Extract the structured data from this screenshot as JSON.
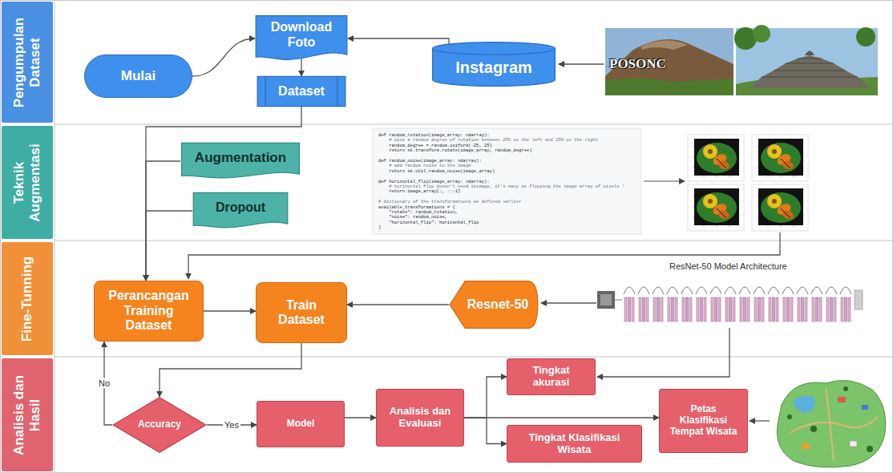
{
  "diagram": {
    "nodes": [
      {
        "text": [
          "Pengumpulan Dataset"
        ]
      },
      {
        "text": [
          "Mulai"
        ],
        "in": 0
      },
      {
        "text": [
          "Download Foto"
        ],
        "in": 0
      },
      {
        "text": [
          "Dataset"
        ],
        "in": 0
      },
      {
        "text": [
          "Instagram"
        ],
        "in": 0
      },
      {
        "text": [
          "Teknik Augmentasi"
        ]
      },
      {
        "text": [
          "Augmentation"
        ],
        "in": 5
      },
      {
        "text": [
          "Dropout"
        ],
        "in": 5
      },
      {
        "text": [
          "Fine-Tunning"
        ]
      },
      {
        "text": [
          "Perancangan Training Dataset"
        ],
        "in": 8
      },
      {
        "text": [
          "Train Dataset"
        ],
        "in": 8
      },
      {
        "text": [
          "Resnet-50"
        ],
        "in": 8
      },
      {
        "text": [
          "Analisis dan Hasil"
        ]
      },
      {
        "text": [
          "Accuracy"
        ],
        "in": 12
      },
      {
        "text": [
          "Model"
        ],
        "in": 12
      },
      {
        "text": [
          "Analisis dan Evaluasi"
        ],
        "in": 12
      },
      {
        "text": [
          "Tingkat akurasi"
        ],
        "in": 12
      },
      {
        "text": [
          "Tingkat Klasifikasi Wisata"
        ],
        "in": 12
      },
      {
        "text": [
          "Petas Klasifikasi Tempat Wisata"
        ],
        "in": 12
      }
    ],
    "edges": [
      {
        "from": 1,
        "to": 2,
        "arrow": "to"
      },
      {
        "from": 4,
        "to": 2,
        "arrow": "to"
      },
      {
        "from": 2,
        "to": 3,
        "arrow": "to"
      },
      {
        "from": 3,
        "to": 9,
        "arrow": "to"
      },
      {
        "from": 6,
        "to": 9,
        "arrow": "to"
      },
      {
        "from": 7,
        "to": 9,
        "arrow": "to"
      },
      {
        "from": 9,
        "to": 10,
        "arrow": "to"
      },
      {
        "from": 11,
        "to": 10,
        "arrow": "to"
      },
      {
        "from": 10,
        "to": 13,
        "arrow": "to"
      },
      {
        "from": 13,
        "to": 9,
        "label": "No",
        "arrow": "to"
      },
      {
        "from": 13,
        "to": 14,
        "label": "Yes",
        "arrow": "to"
      },
      {
        "from": 14,
        "to": 15,
        "arrow": "to"
      },
      {
        "from": 15,
        "to": 16,
        "arrow": "to"
      },
      {
        "from": 15,
        "to": 17,
        "arrow": "to"
      },
      {
        "from": 15,
        "to": 18,
        "arrow": "to"
      }
    ],
    "labels": [
      "POSONC",
      "def random_rotation(image_array: ndarray):",
      "    # pick a random degree of rotation between 25% on the left and 25% on the right",
      "    random_degree = random.uniform(-25, 25)",
      "    return sk.transform.rotate(image_array, random_degree)",
      "def random_noise(image_array: ndarray):",
      "    # add random noise to the image",
      "    return sk.util.random_noise(image_array)",
      "def horizontal_flip(image_array: ndarray):",
      "    # horizontal flip doesn't need skimage, it's easy as flipping the image array of pixels !",
      "    return image_array[:, ::-1]",
      "# dictionary of the transformations we defined earlier",
      "available_transformations = {",
      "    \"rotate\": random_rotation,",
      "    \"noise\": random_noise,",
      "    \"horizontal_flip\": horizontal_flip",
      "}",
      "ResNet-50 Model Architecture"
    ]
  }
}
